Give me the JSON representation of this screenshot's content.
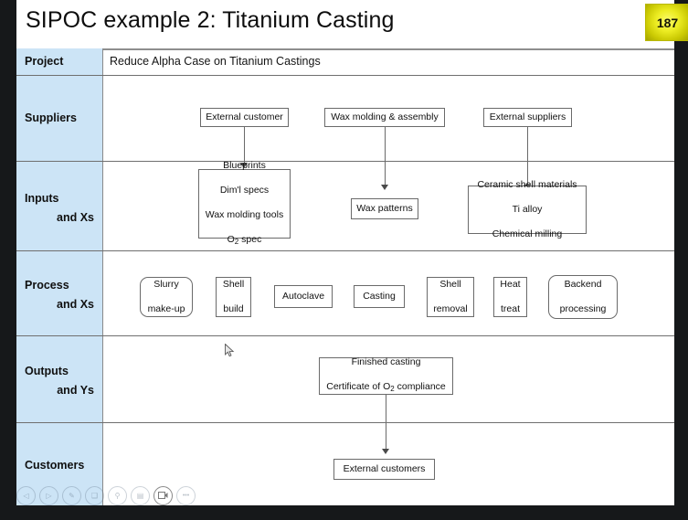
{
  "slide": {
    "title": "SIPOC example 2: Titanium Casting",
    "page_badge": "187",
    "badge_color": "#ecec22",
    "label_column_color": "#cce4f6"
  },
  "rows": [
    {
      "label_line1": "Project",
      "label_line2": "",
      "value": "Reduce Alpha Case on Titanium Castings"
    },
    {
      "label_line1": "Suppliers",
      "label_line2": ""
    },
    {
      "label_line1": "Inputs",
      "label_line2": "and Xs"
    },
    {
      "label_line1": "Process",
      "label_line2": "and Xs"
    },
    {
      "label_line1": "Outputs",
      "label_line2": "and Ys"
    },
    {
      "label_line1": "Customers",
      "label_line2": ""
    }
  ],
  "suppliers": [
    {
      "text": "External customer"
    },
    {
      "text": "Wax molding & assembly"
    },
    {
      "text": "External suppliers"
    }
  ],
  "inputs": [
    {
      "lines": [
        "Blueprints",
        "Dim'l specs",
        "Wax molding tools",
        "O2 spec"
      ],
      "has_subscript": true
    },
    {
      "lines": [
        "Wax patterns"
      ],
      "has_subscript": false
    },
    {
      "lines": [
        "Ceramic shell materials",
        "Ti alloy",
        "Chemical milling"
      ],
      "has_subscript": false
    }
  ],
  "process": [
    {
      "lines": [
        "Slurry",
        "make-up"
      ],
      "shape": "rounded"
    },
    {
      "lines": [
        "Shell",
        "build"
      ],
      "shape": "square"
    },
    {
      "lines": [
        "Autoclave"
      ],
      "shape": "square"
    },
    {
      "lines": [
        "Casting"
      ],
      "shape": "square"
    },
    {
      "lines": [
        "Shell",
        "removal"
      ],
      "shape": "square"
    },
    {
      "lines": [
        "Heat",
        "treat"
      ],
      "shape": "square"
    },
    {
      "lines": [
        "Backend",
        "processing"
      ],
      "shape": "rounded"
    }
  ],
  "outputs": [
    {
      "lines": [
        "Finished casting",
        "Certificate of O2 compliance"
      ],
      "has_subscript": true
    }
  ],
  "customers": [
    {
      "text": "External customers"
    }
  ],
  "toolbar": [
    {
      "name": "previous-slide",
      "glyph": "◁"
    },
    {
      "name": "next-slide",
      "glyph": "▷"
    },
    {
      "name": "pen",
      "glyph": "✎"
    },
    {
      "name": "all-slides",
      "glyph": "❑"
    },
    {
      "name": "zoom-search",
      "glyph": "⚲"
    },
    {
      "name": "speaker-notes",
      "glyph": "▤"
    },
    {
      "name": "video",
      "glyph": "▶"
    },
    {
      "name": "more-options",
      "glyph": "•••"
    }
  ]
}
